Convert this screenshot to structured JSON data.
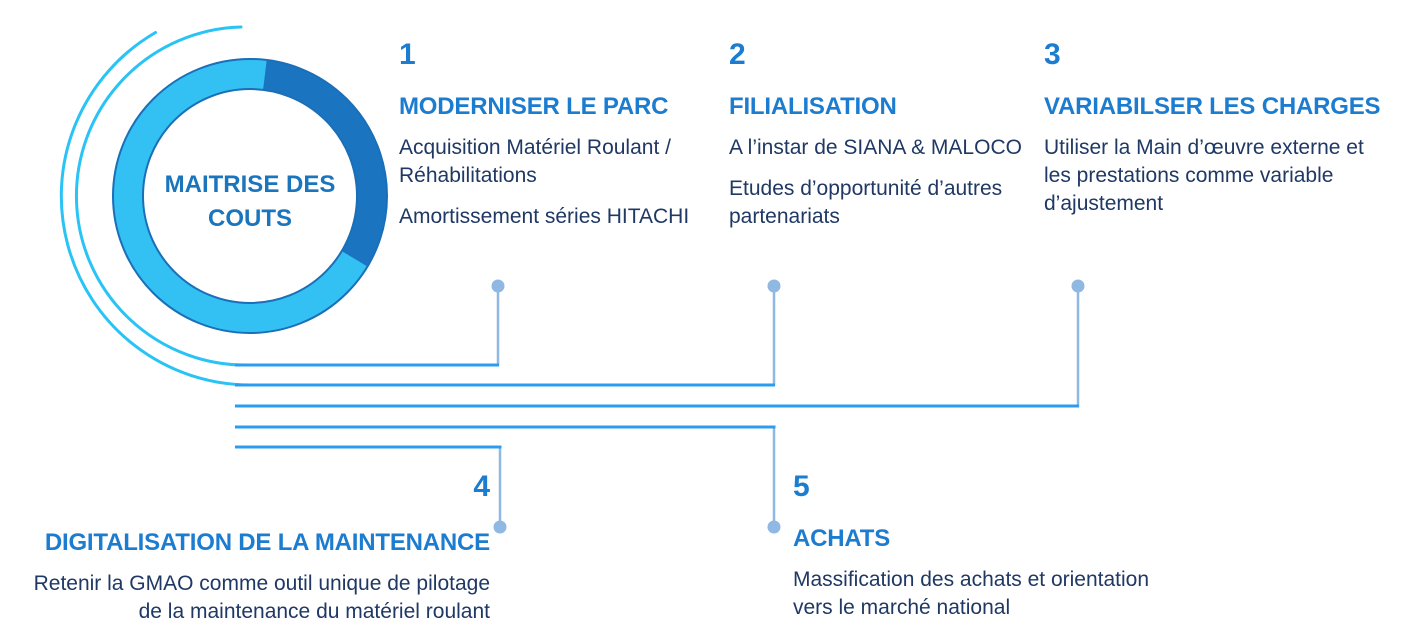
{
  "hub": {
    "label": "MAITRISE DES COUTS"
  },
  "items": [
    {
      "number": "1",
      "title": "MODERNISER LE PARC",
      "paragraphs": [
        "Acquisition Matériel Roulant / Réhabilitations",
        "Amortissement séries HITACHI"
      ]
    },
    {
      "number": "2",
      "title": "FILIALISATION",
      "paragraphs": [
        "A l’instar de SIANA & MALOCO",
        "Etudes d’opportunité d’autres partenariats"
      ]
    },
    {
      "number": "3",
      "title": "VARIABILSER LES CHARGES",
      "paragraphs": [
        "Utiliser la Main d’œuvre externe et les prestations comme variable d’ajustement"
      ]
    },
    {
      "number": "4",
      "title": "DIGITALISATION DE LA MAINTENANCE",
      "paragraphs": [
        "Retenir la GMAO comme outil unique de pilotage de la maintenance du matériel roulant"
      ]
    },
    {
      "number": "5",
      "title": "ACHATS",
      "paragraphs": [
        "Massification des achats et orientation vers le marché national"
      ]
    }
  ],
  "colors": {
    "heading_blue": "#1b7cd0",
    "body_navy": "#1f3864",
    "ring_light": "#33c0f2",
    "ring_dark": "#1b74c0",
    "ring_outline": "#1a6fb8",
    "arc_cyan": "#2ac3f5",
    "line_blue": "#2b9cf0",
    "connector_light": "#8fb8e2"
  }
}
